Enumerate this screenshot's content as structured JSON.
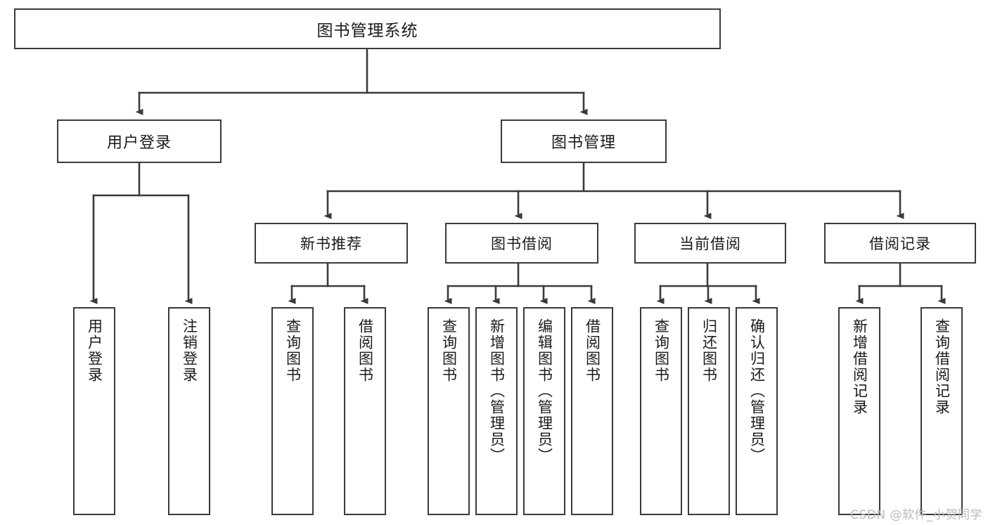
{
  "diagram": {
    "title": "图书管理系统",
    "watermark": "CSDN @软件_小贺同学",
    "stroke_color": "#3a3a3a",
    "fill_color": "#ffffff",
    "text_color": "#1a1a1a",
    "watermark_color": "#b9b9b9"
  },
  "nodes": {
    "root": {
      "label": "图书管理系统"
    },
    "level2": [
      {
        "label": "用户登录"
      },
      {
        "label": "图书管理"
      }
    ],
    "level3": [
      {
        "label": "新书推荐"
      },
      {
        "label": "图书借阅"
      },
      {
        "label": "当前借阅"
      },
      {
        "label": "借阅记录"
      }
    ],
    "leaves": [
      {
        "label": "用户登录"
      },
      {
        "label": "注销登录"
      },
      {
        "label": "查询图书"
      },
      {
        "label": "借阅图书"
      },
      {
        "label": "查询图书"
      },
      {
        "label": "新增图书（管理员）"
      },
      {
        "label": "编辑图书（管理员）"
      },
      {
        "label": "借阅图书"
      },
      {
        "label": "查询图书"
      },
      {
        "label": "归还图书"
      },
      {
        "label": "确认归还（管理员）"
      },
      {
        "label": "新增借阅记录"
      },
      {
        "label": "查询借阅记录"
      }
    ]
  },
  "tree": {
    "name": "图书管理系统",
    "children": [
      {
        "name": "用户登录",
        "children": [
          {
            "name": "用户登录"
          },
          {
            "name": "注销登录"
          }
        ]
      },
      {
        "name": "图书管理",
        "children": [
          {
            "name": "新书推荐",
            "children": [
              {
                "name": "查询图书"
              },
              {
                "name": "借阅图书"
              }
            ]
          },
          {
            "name": "图书借阅",
            "children": [
              {
                "name": "查询图书"
              },
              {
                "name": "新增图书（管理员）"
              },
              {
                "name": "编辑图书（管理员）"
              },
              {
                "name": "借阅图书"
              }
            ]
          },
          {
            "name": "当前借阅",
            "children": [
              {
                "name": "查询图书"
              },
              {
                "name": "归还图书"
              },
              {
                "name": "确认归还（管理员）"
              }
            ]
          },
          {
            "name": "借阅记录",
            "children": [
              {
                "name": "新增借阅记录"
              },
              {
                "name": "查询借阅记录"
              }
            ]
          }
        ]
      }
    ]
  }
}
